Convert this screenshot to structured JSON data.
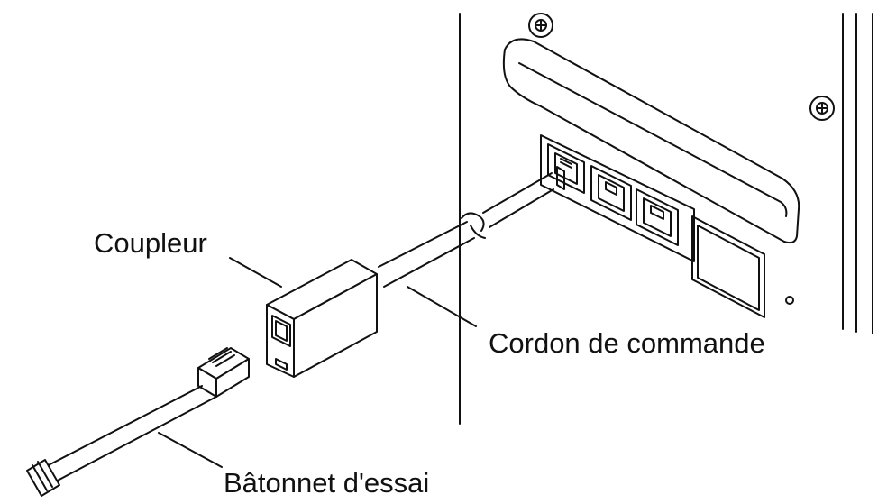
{
  "labels": {
    "coupler": "Coupleur",
    "control_cord": "Cordon de commande",
    "test_stick": "Bâtonnet d'essai"
  },
  "colors": {
    "line": "#111111",
    "background": "#ffffff",
    "shade": "#d8d8d8"
  }
}
